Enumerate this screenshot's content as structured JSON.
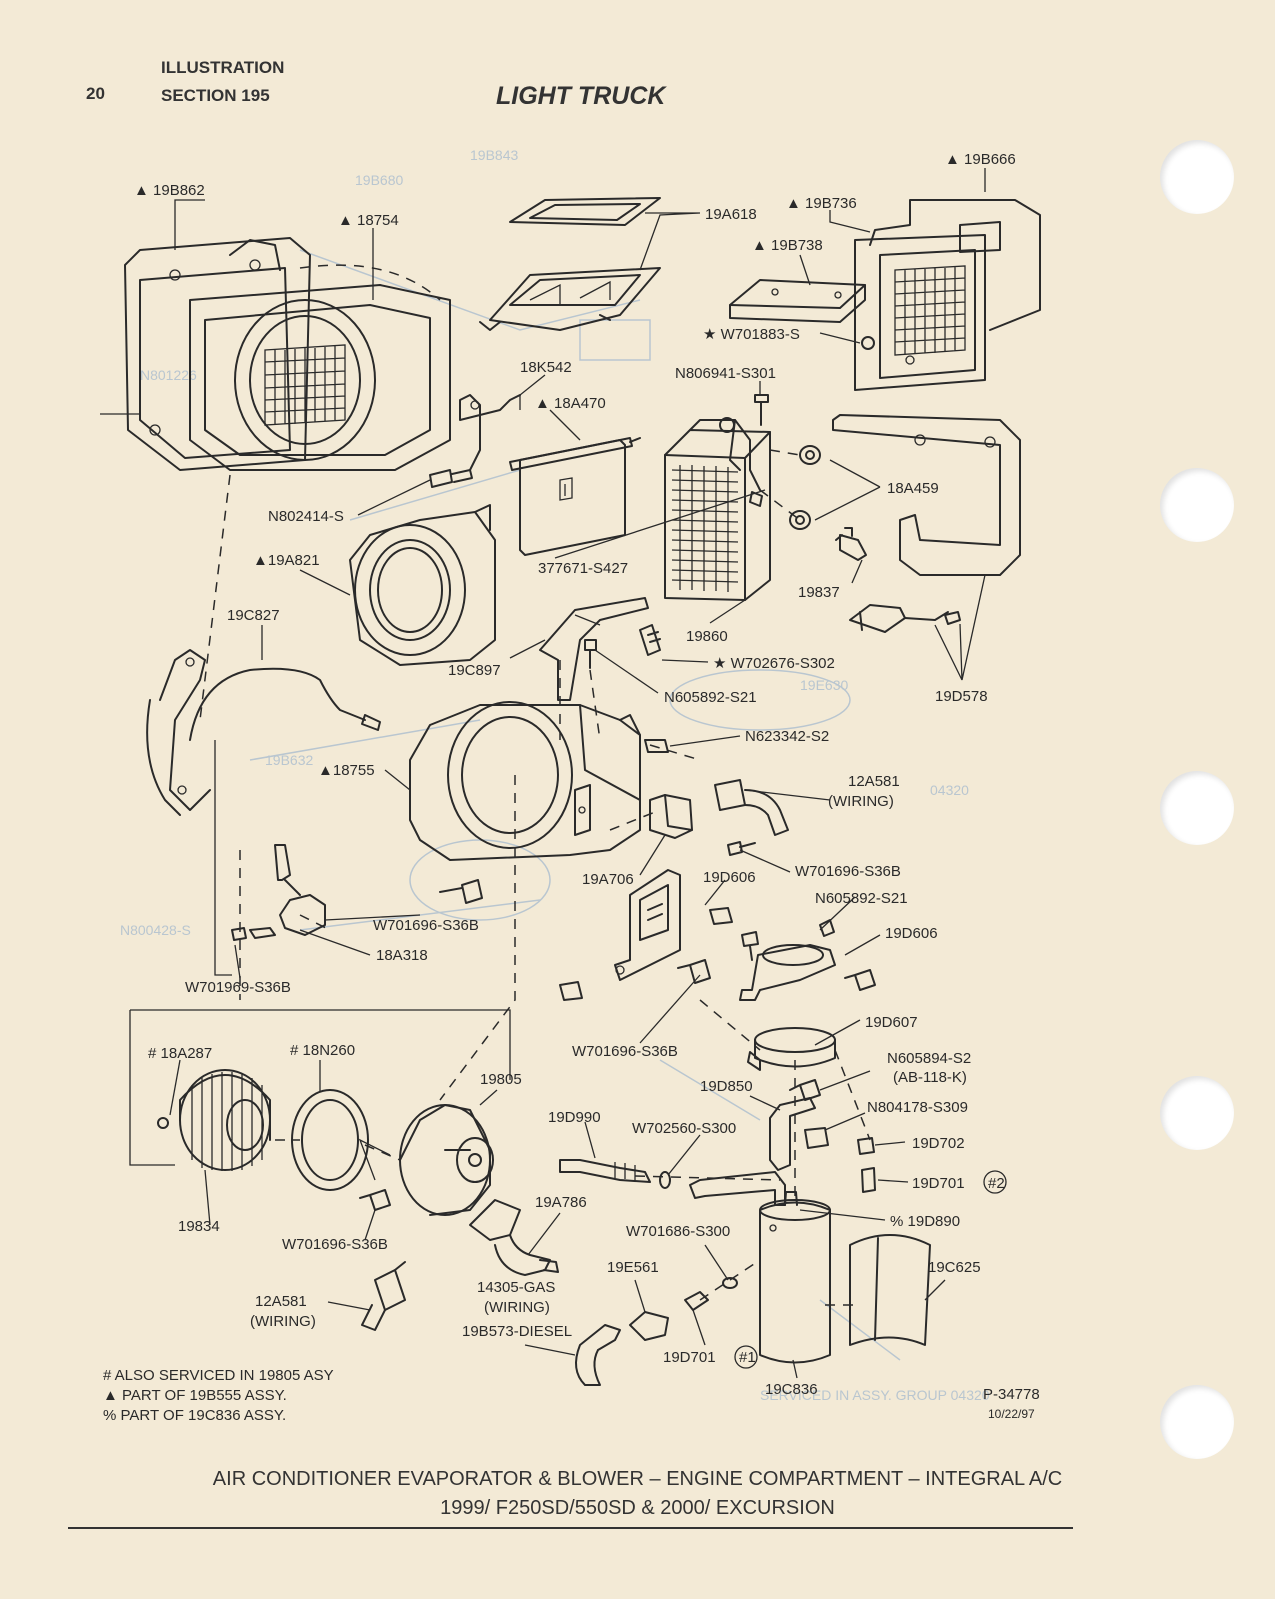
{
  "header": {
    "page_number": "20",
    "section_line1": "ILLUSTRATION",
    "section_line2": "SECTION 195",
    "title": "LIGHT TRUCK"
  },
  "labels": {
    "p19B862": "▲ 19B862",
    "p18754": "▲ 18754",
    "p19A618": "19A618",
    "p19B736": "▲ 19B736",
    "p19B666": "▲ 19B666",
    "p19B738": "▲ 19B738",
    "pW701883": "★ W701883-S",
    "p18K542": "18K542",
    "pN806941": "N806941-S301",
    "p18A470": "▲ 18A470",
    "p18A459": "18A459",
    "pN802414": "N802414-S",
    "p19A821": "▲19A821",
    "p377671": "377671-S427",
    "p19837": "19837",
    "p19C827": "19C827",
    "p19860": "19860",
    "pW702676": "★ W702676-S302",
    "p19C897": "19C897",
    "pN605892a": "N605892-S21",
    "p19D578": "19D578",
    "pN623342": "N623342-S2",
    "p18755": "▲18755",
    "p12A581a": "12A581",
    "p12A581a_sub": "(WIRING)",
    "pW701696a": "W701696-S36B",
    "p19A706": "19A706",
    "p19D606a": "19D606",
    "pN605892b": "N605892-S21",
    "pW701696b": "W701696-S36B",
    "p19D606b": "19D606",
    "p18A318": "18A318",
    "pW701969": "W701969-S36B",
    "p19D607": "19D607",
    "p18A287": "# 18A287",
    "p18N260": "# 18N260",
    "pW701696c": "W701696-S36B",
    "pN605894": "N605894-S2",
    "pN605894_sub": "(AB-118-K)",
    "p19805": "19805",
    "p19D850": "19D850",
    "pN804178": "N804178-S309",
    "p19D990": "19D990",
    "pW702560": "W702560-S300",
    "p19D702": "19D702",
    "p19D701a": "19D701",
    "p19D701a_num": "#2",
    "p19D890": "% 19D890",
    "p19A786": "19A786",
    "p19834": "19834",
    "pW701686": "W701686-S300",
    "pW701696d": "W701696-S36B",
    "p19E561": "19E561",
    "p19C625": "19C625",
    "p12A581b": "12A581",
    "p12A581b_sub": "(WIRING)",
    "p14305": "14305-GAS",
    "p14305_sub": "(WIRING)",
    "p19B573": "19B573-DIESEL",
    "p19D701b": "19D701",
    "p19D701b_num": "#1",
    "p19C836": "19C836"
  },
  "notes": {
    "line1": "# ALSO SERVICED IN 19805 ASY",
    "line2": "▲ PART OF 19B555 ASSY.",
    "line3": "% PART OF 19C836 ASSY."
  },
  "ref": {
    "code": "P-34778",
    "date": "10/22/97"
  },
  "caption": {
    "line1": "AIR CONDITIONER EVAPORATOR & BLOWER – ENGINE COMPARTMENT – INTEGRAL A/C",
    "line2": "1999/ F250SD/550SD & 2000/ EXCURSION"
  }
}
